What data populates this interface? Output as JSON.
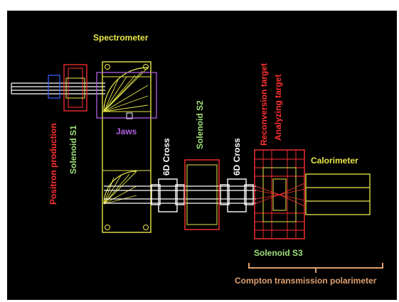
{
  "labels": {
    "spectrometer": "Spectrometer",
    "positron_production": "Positron production",
    "solenoid_s1": "Solenoid S1",
    "jaws": "Jaws",
    "cross_6d_a": "6D Cross",
    "solenoid_s2": "Solenoid S2",
    "cross_6d_b": "6D Cross",
    "reconversion_target": "Reconversion target",
    "analyzing_target": "Analyzing target",
    "calorimeter": "Calorimeter",
    "solenoid_s3": "Solenoid S3",
    "compton_polarimeter": "Compton transmission polarimeter"
  },
  "colors": {
    "background": "#000000",
    "frame": "#ffffff",
    "yellow": "#e8e84a",
    "red": "#ff3030",
    "green": "#9ee07a",
    "purple": "#b060e0",
    "orange": "#e0a070",
    "white": "#ffffff",
    "blue": "#4060ff"
  }
}
